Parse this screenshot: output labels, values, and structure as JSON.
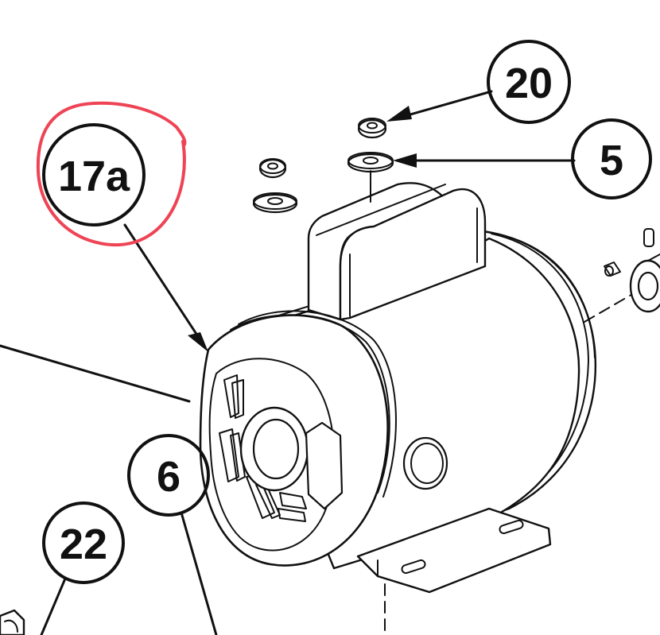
{
  "callouts": [
    {
      "id": "17a",
      "label": "17a"
    },
    {
      "id": "20",
      "label": "20"
    },
    {
      "id": "5",
      "label": "5"
    },
    {
      "id": "6",
      "label": "6"
    },
    {
      "id": "22",
      "label": "22"
    }
  ],
  "highlight": {
    "color": "#ee4455",
    "target": "17a"
  },
  "line_color": "#111111"
}
